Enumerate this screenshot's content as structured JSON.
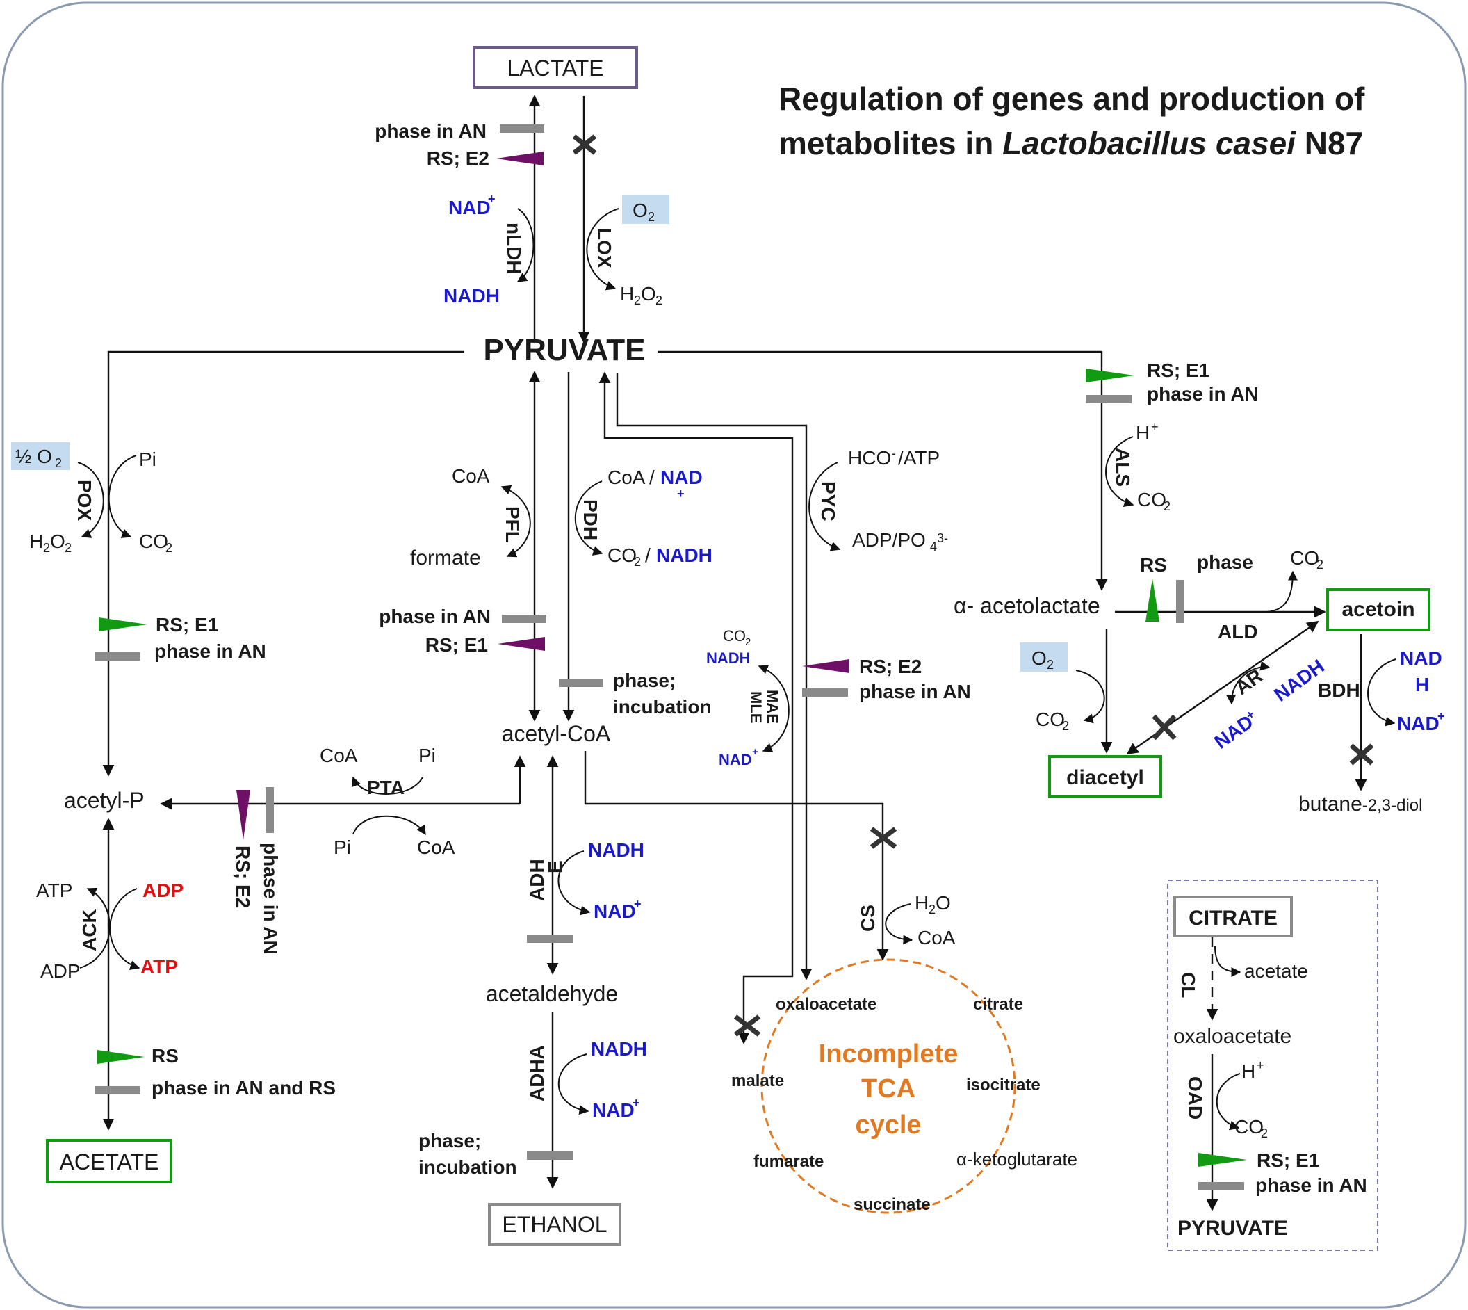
{
  "title": {
    "line1": "Regulation of genes and production of",
    "line2_prefix": "metabolites in ",
    "line2_species": "Lactobacillus casei",
    "line2_strain": " N87"
  },
  "colors": {
    "activation": "#139a13",
    "repression": "#6e1066",
    "phase_bar": "#8a8a8a",
    "cofactor": "#1a1acc",
    "energy": "#e01010",
    "tca": "#e07a22",
    "oxygen_box": "#c5dcf0"
  },
  "products": {
    "lactate": "LACTATE",
    "acetate": "ACETATE",
    "ethanol": "ETHANOL",
    "acetoin": "acetoin",
    "diacetyl": "diacetyl",
    "citrate": "CITRATE"
  },
  "metabolites": {
    "pyruvate": "PYRUVATE",
    "acetyl_p": "acetyl-P",
    "acetyl_coa": "acetyl-CoA",
    "acetaldehyde": "acetaldehyde",
    "alpha_acetolactate": "α- acetolactate",
    "butanediol_main": "butane",
    "butanediol_sub": "-2,3-diol",
    "formate": "formate",
    "citrate_oxaloacetate": "oxaloacetate",
    "pyruvate_citrate": "PYRUVATE"
  },
  "enzymes": {
    "nldh": "nLDH",
    "lox": "LOX",
    "pox": "POX",
    "pfl": "PFL",
    "pdh": "PDH",
    "pyc": "PYC",
    "als": "ALS",
    "ald": "ALD",
    "ar": "AR",
    "bdh": "BDH",
    "pta": "PTA",
    "ack": "ACK",
    "adh": "ADH",
    "adh_e": "E",
    "adha": "ADHA",
    "mae": "MAE",
    "mle": "MLE",
    "cs": "CS",
    "cl": "CL",
    "oad": "OAD"
  },
  "cofactors": {
    "nad_plus": "NAD",
    "nadh": "NADH",
    "nad_split_a": "NAD",
    "nad_split_b": "H",
    "coa": "CoA",
    "pi": "Pi",
    "atp": "ATP",
    "adp": "ADP",
    "co2": "CO",
    "h2o2": "H",
    "h_plus": "H",
    "o2": "O",
    "half_o2": "½ O",
    "hco3": "HCO",
    "atp_suffix": "/ATP",
    "adp_po4": "ADP/PO",
    "h2o": "H",
    "acetate_small": "acetate",
    "sub2": "2",
    "sub3": "3",
    "sub4": "4",
    "sup_plus": "+",
    "sup_minus": "-",
    "sup_3minus": "3-",
    "o_letter": "O",
    "slash": "/"
  },
  "regulation": {
    "phase_in_an": "phase in AN",
    "rs_e1": "RS; E1",
    "rs_e2": "RS; E2",
    "rs": "RS",
    "phase": "phase",
    "phase_semi": "phase;",
    "incubation": "incubation",
    "phase_an_rs": "phase in AN and RS"
  },
  "tca": {
    "title1": "Incomplete",
    "title2": "TCA",
    "title3": "cycle",
    "oxaloacetate": "oxaloacetate",
    "citrate": "citrate",
    "isocitrate": "isocitrate",
    "alpha_kg": "α-ketoglutarate",
    "succinate": "succinate",
    "fumarate": "fumarate",
    "malate": "malate"
  }
}
